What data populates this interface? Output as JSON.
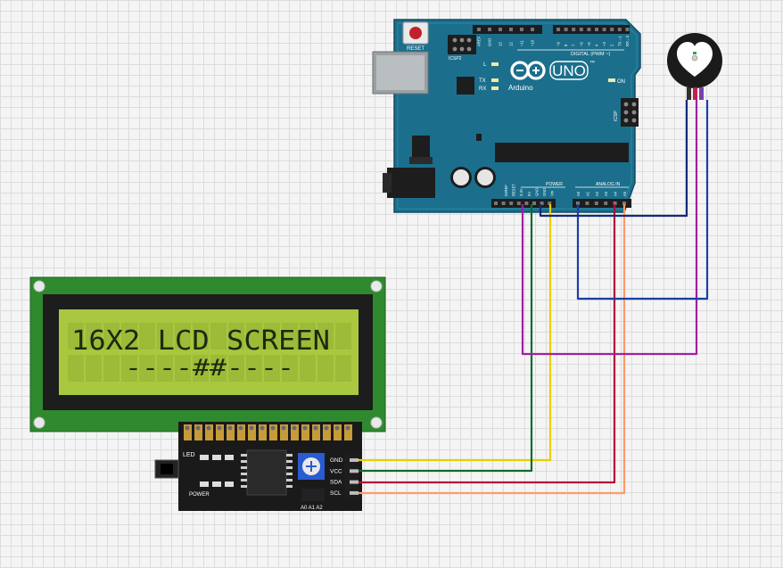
{
  "colors": {
    "board_blue": "#1b6f8c",
    "board_dark": "#155a73",
    "lcd_pcb": "#2f8a2f",
    "lcd_screen": "#a9c840",
    "lcd_text": "#1c2a10",
    "i2c_pcb": "#1a1a1a",
    "wire_purple": "#a020a0",
    "wire_green": "#0f6a2a",
    "wire_yellow": "#e6d000",
    "wire_blue": "#1c3fa8",
    "wire_red": "#b0103a",
    "wire_salmon": "#ff9a6a",
    "wire_navy": "#14297a"
  },
  "arduino": {
    "reset_label": "RESET",
    "icsp_top_label": "ICSP2",
    "icsp_right_label": "ICSP",
    "brand": "Arduino",
    "model": "UNO",
    "tm": "™",
    "led_l": "L",
    "led_tx": "TX",
    "led_rx": "RX",
    "on_label": "ON",
    "digital_label": "DIGITAL (PWM ~)",
    "power_label": "POWER",
    "analog_label": "ANALOG IN",
    "power_pins": [
      "IOREF",
      "RESET",
      "3.3V",
      "5V",
      "GND",
      "GND",
      "Vin"
    ],
    "analog_pins": [
      "A0",
      "A1",
      "A2",
      "A3",
      "A4",
      "A5"
    ],
    "digital_pins": [
      "AREF",
      "GND",
      "13",
      "12",
      "~11",
      "~10",
      "~9",
      "8",
      "7",
      "~6",
      "~5",
      "4",
      "~3",
      "2",
      "TX→1",
      "RX←0"
    ]
  },
  "lcd": {
    "line1": "16X2 LCD SCREEN",
    "line2": "----##----"
  },
  "i2c": {
    "led_label": "LED",
    "power_label": "POWER",
    "address_label": "A0 A1 A2",
    "pins": [
      "GND",
      "VCC",
      "SDA",
      "SCL"
    ]
  },
  "pulse_sensor": {
    "icon": "heart-icon"
  }
}
